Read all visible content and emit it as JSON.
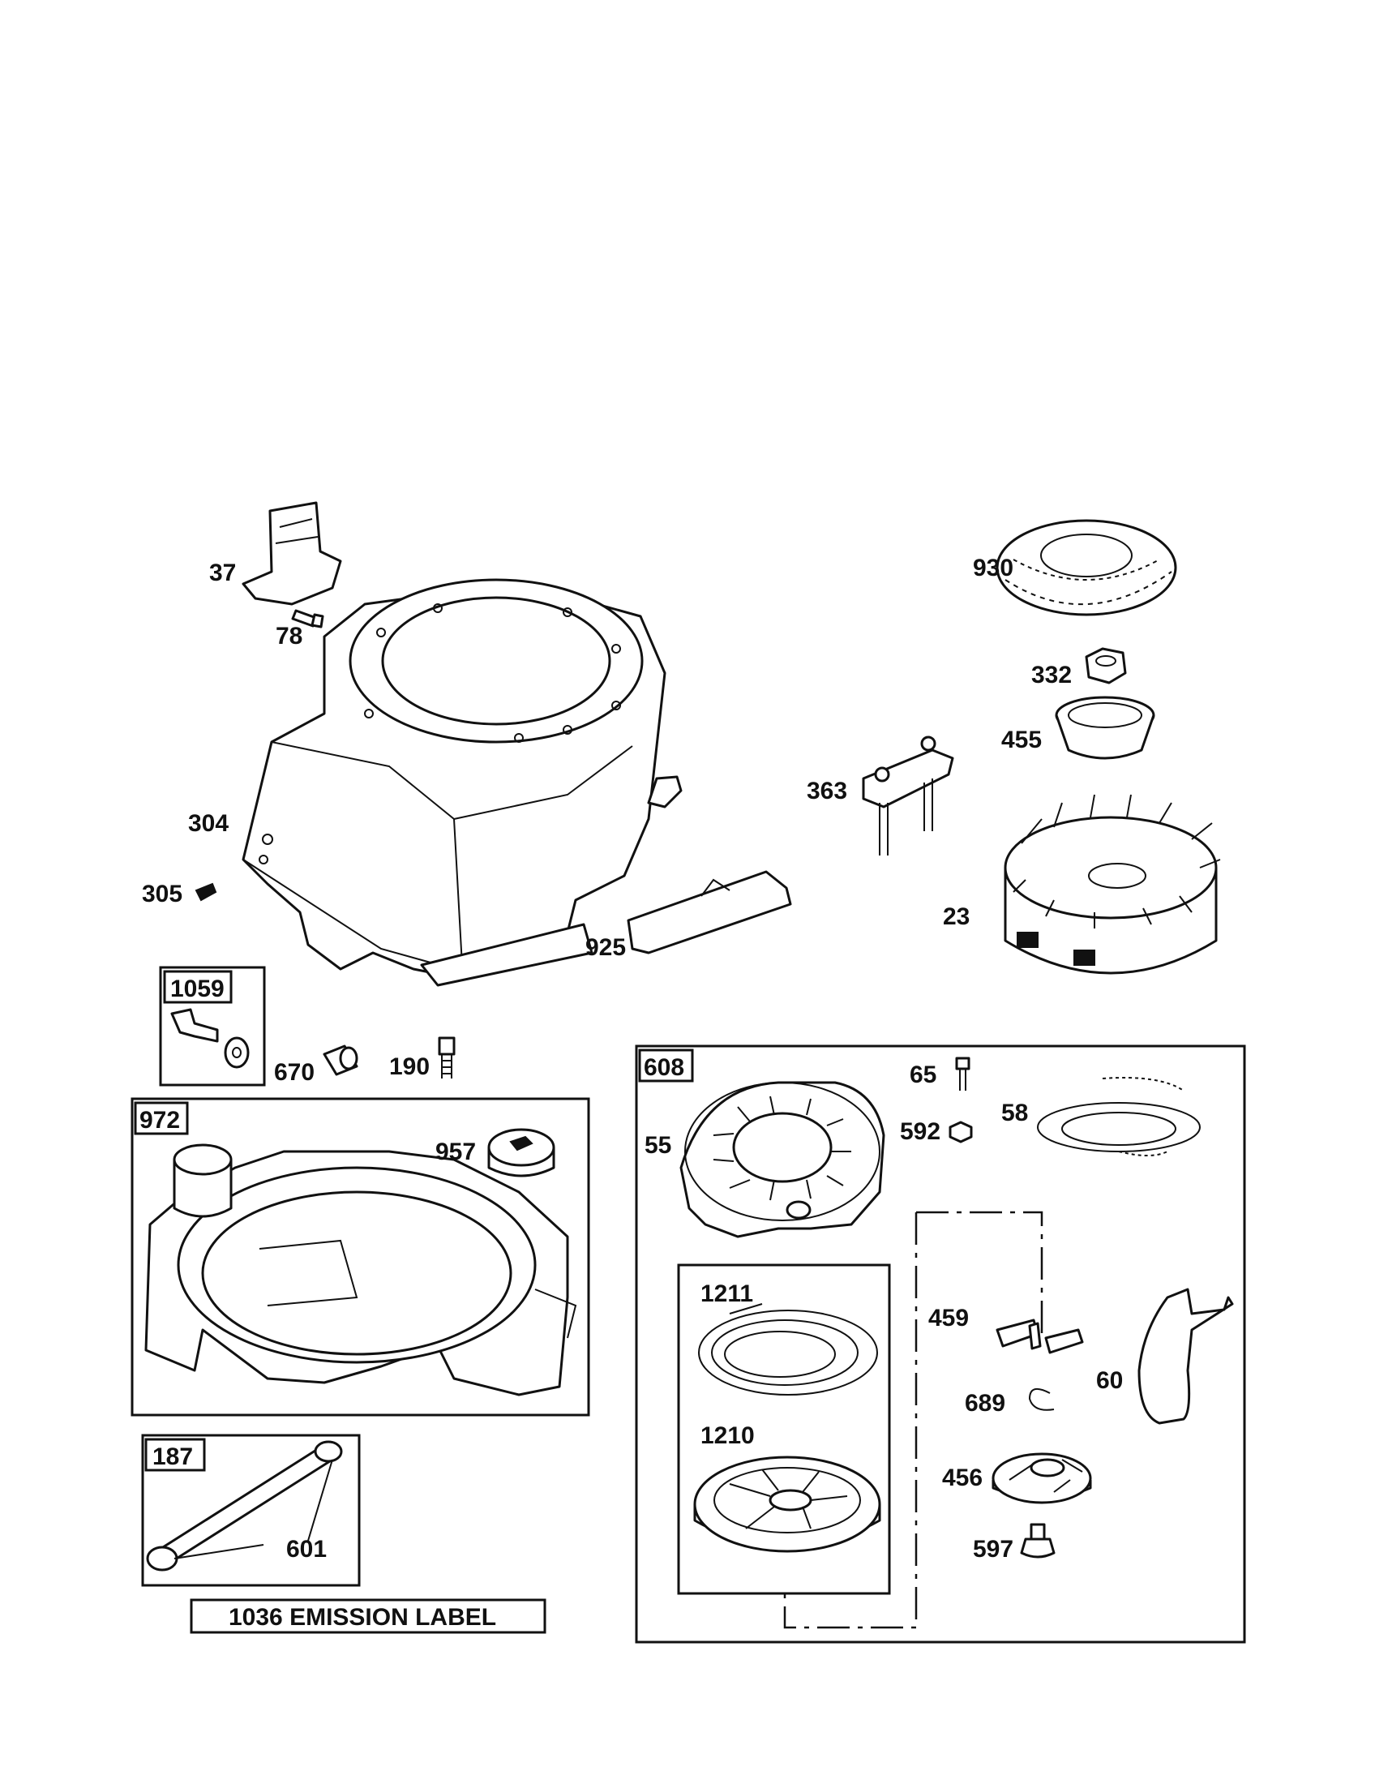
{
  "labels": {
    "p37": "37",
    "p78": "78",
    "p304": "304",
    "p305": "305",
    "p925": "925",
    "p930": "930",
    "p332": "332",
    "p455": "455",
    "p363": "363",
    "p23": "23",
    "p1059": "1059",
    "p670": "670",
    "p190": "190",
    "p972": "972",
    "p957": "957",
    "p187": "187",
    "p601": "601",
    "emission": "1036 EMISSION LABEL",
    "p608": "608",
    "p65": "65",
    "p58": "58",
    "p55": "55",
    "p592": "592",
    "p1211": "1211",
    "p1210": "1210",
    "p459": "459",
    "p60": "60",
    "p689": "689",
    "p456": "456",
    "p597": "597"
  }
}
